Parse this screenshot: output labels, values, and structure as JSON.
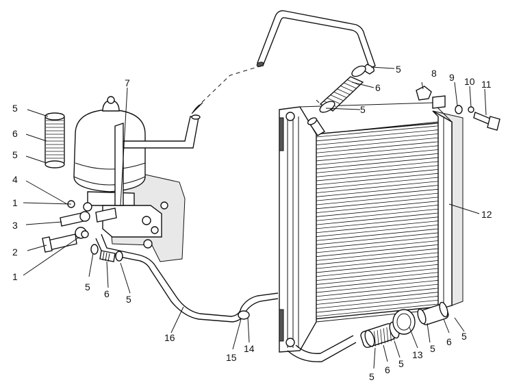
{
  "callouts": [
    {
      "id": "c1a",
      "text": "1"
    },
    {
      "id": "c1b",
      "text": "1"
    },
    {
      "id": "c2",
      "text": "2"
    },
    {
      "id": "c3",
      "text": "3"
    },
    {
      "id": "c4",
      "text": "4"
    },
    {
      "id": "c5a",
      "text": "5"
    },
    {
      "id": "c5b",
      "text": "5"
    },
    {
      "id": "c5c",
      "text": "5"
    },
    {
      "id": "c5d",
      "text": "5"
    },
    {
      "id": "c5e",
      "text": "5"
    },
    {
      "id": "c5f",
      "text": "5"
    },
    {
      "id": "c5g",
      "text": "5"
    },
    {
      "id": "c5h",
      "text": "5"
    },
    {
      "id": "c5i",
      "text": "5"
    },
    {
      "id": "c5j",
      "text": "5"
    },
    {
      "id": "c6a",
      "text": "6"
    },
    {
      "id": "c6b",
      "text": "6"
    },
    {
      "id": "c6c",
      "text": "6"
    },
    {
      "id": "c6d",
      "text": "6"
    },
    {
      "id": "c6e",
      "text": "6"
    },
    {
      "id": "c7",
      "text": "7"
    },
    {
      "id": "c8",
      "text": "8"
    },
    {
      "id": "c9",
      "text": "9"
    },
    {
      "id": "c10",
      "text": "10"
    },
    {
      "id": "c11",
      "text": "11"
    },
    {
      "id": "c12",
      "text": "12"
    },
    {
      "id": "c13",
      "text": "13"
    },
    {
      "id": "c14",
      "text": "14"
    },
    {
      "id": "c15",
      "text": "15"
    },
    {
      "id": "c16",
      "text": "16"
    }
  ]
}
